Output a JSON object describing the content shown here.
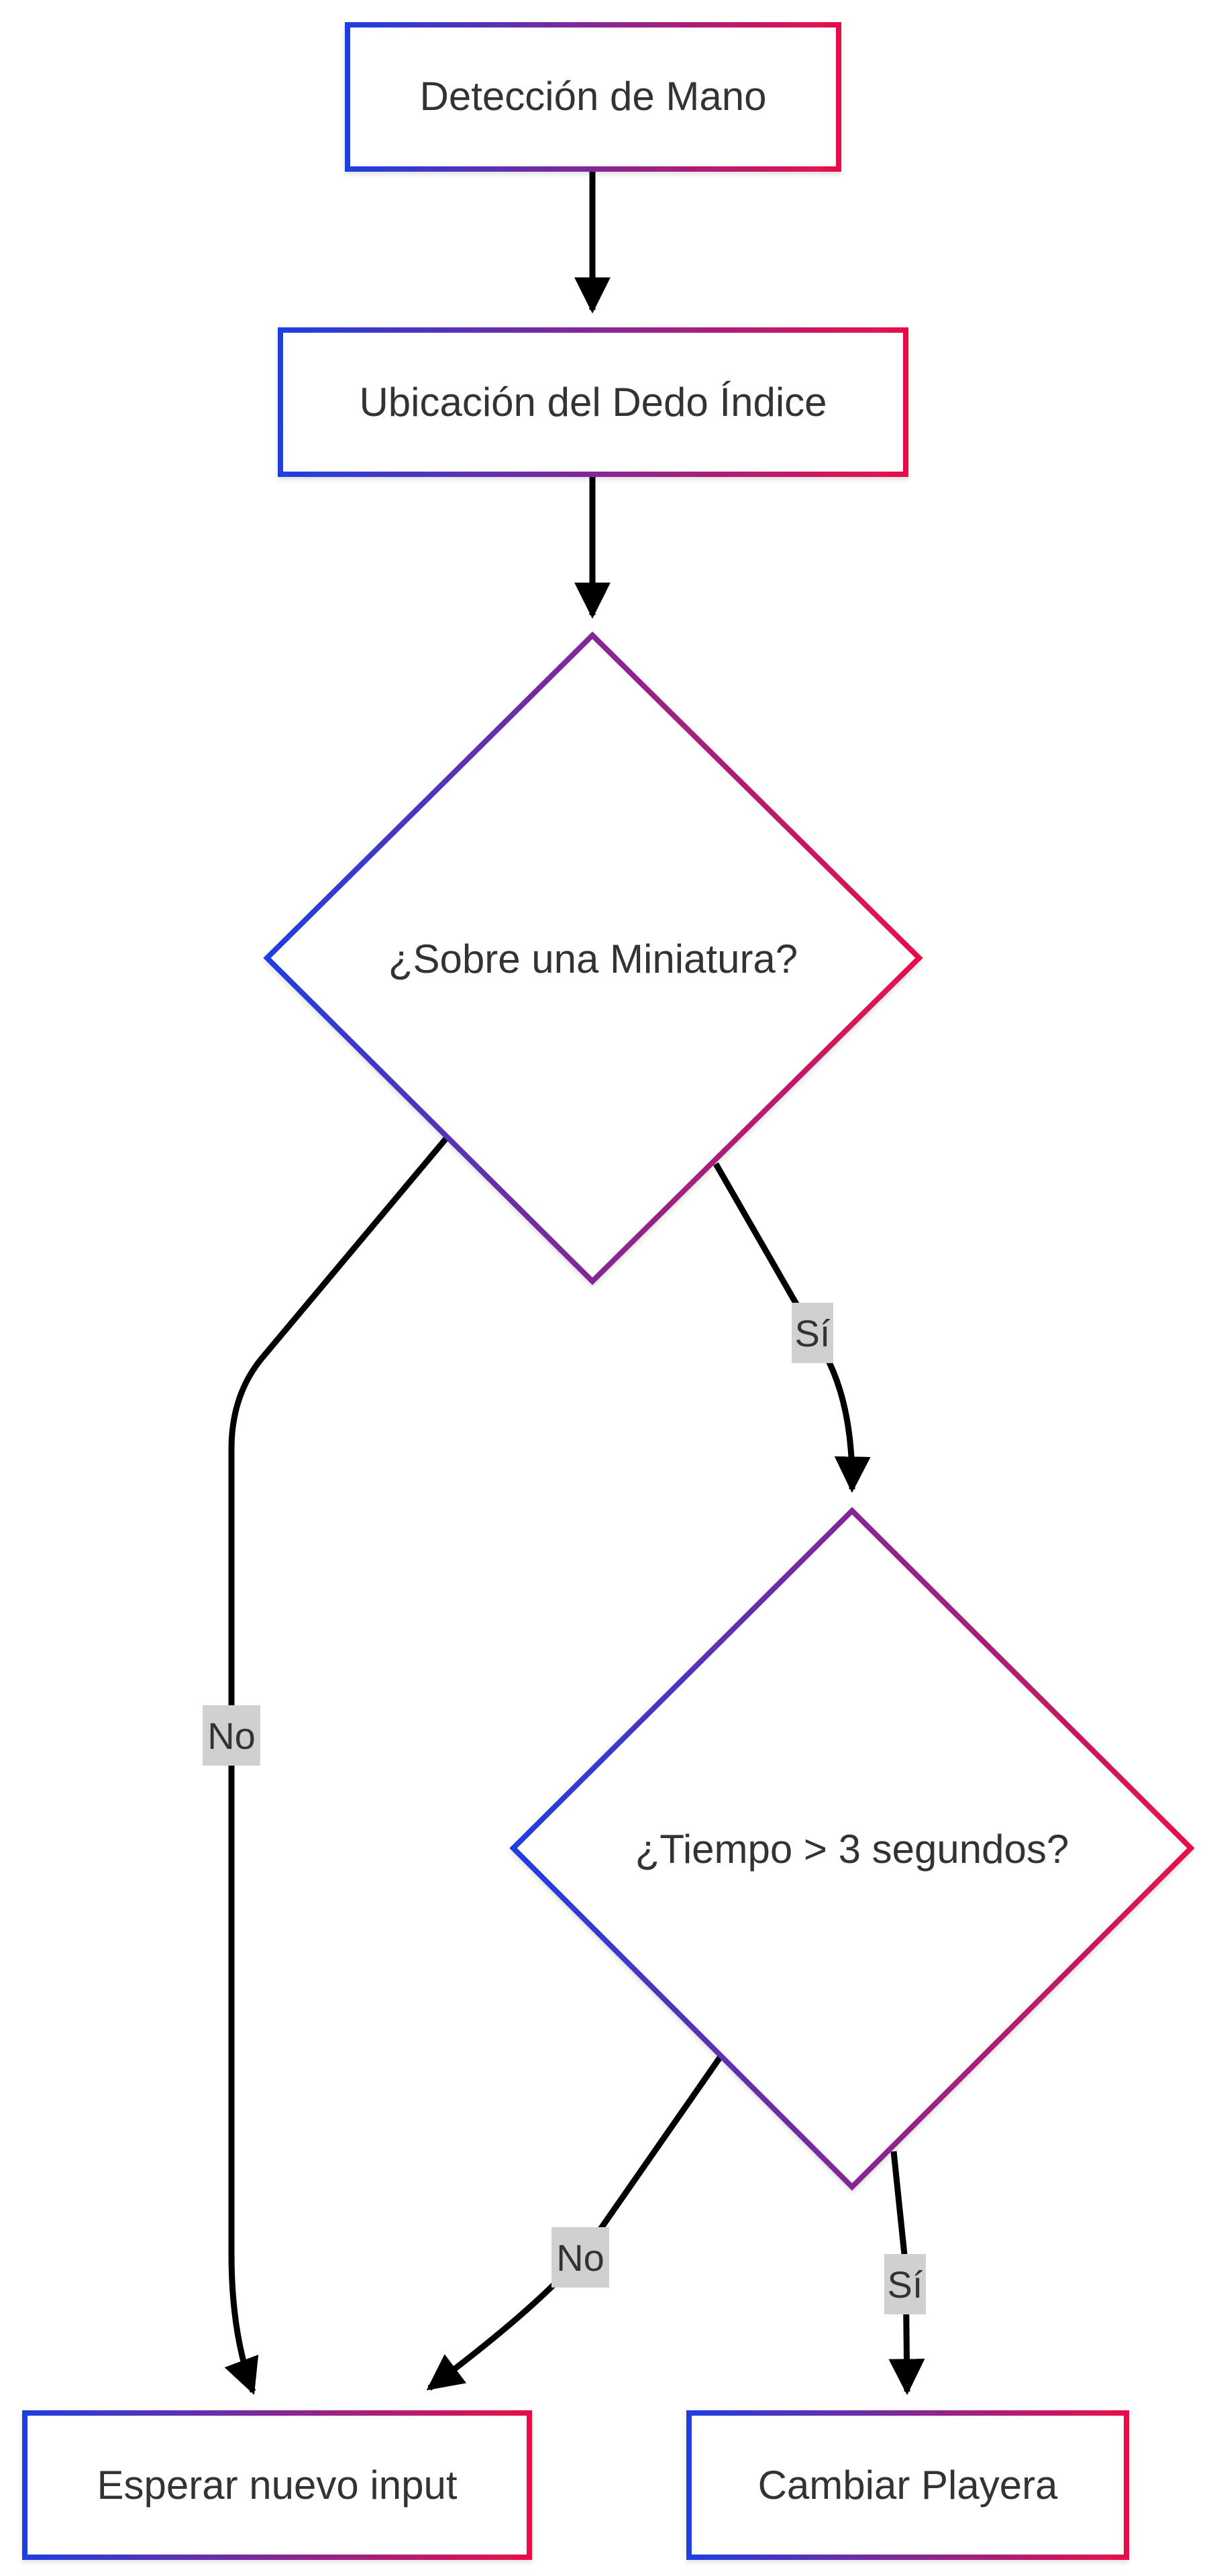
{
  "colors": {
    "gradient_start": "#1f3fe0",
    "gradient_end": "#e8104a",
    "edge": "#000000",
    "edge_label_bg": "#d0d0d0",
    "text": "#333333"
  },
  "nodes": {
    "hand_detection": "Detección de Mano",
    "index_location": "Ubicación del Dedo Índice",
    "over_thumbnail": "¿Sobre una Miniatura?",
    "time_check": "¿Tiempo > 3 segundos?",
    "wait_input": "Esperar nuevo input",
    "change_shirt": "Cambiar Playera"
  },
  "edges": {
    "thumbnail_yes": "Sí",
    "thumbnail_no": "No",
    "time_yes": "Sí",
    "time_no": "No"
  }
}
